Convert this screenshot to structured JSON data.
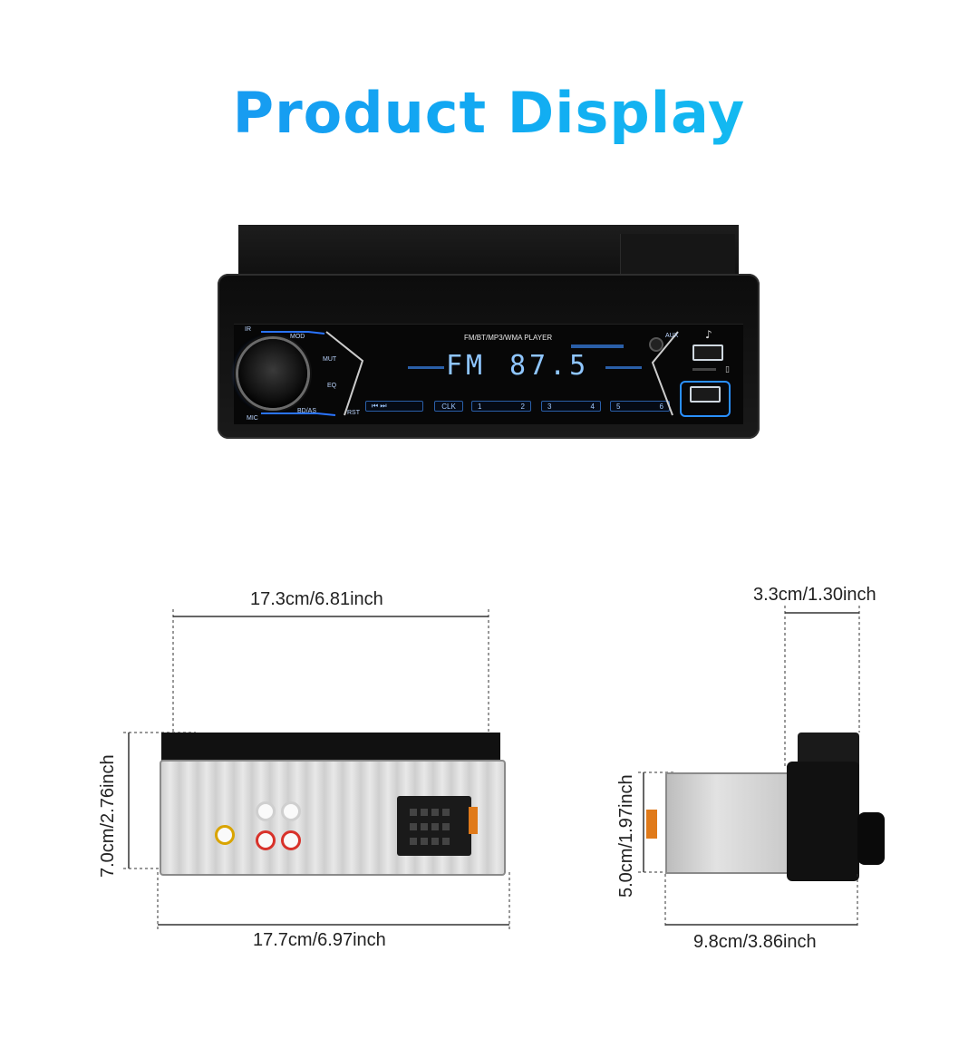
{
  "title": "Product Display",
  "radio": {
    "model_label": "FM/BT/MP3/WMA  PLAYER",
    "display_band": "FM",
    "display_freq": "87.5",
    "aux_label": "AUX",
    "ir_label": "IR",
    "mic_label": "MIC",
    "rst_label": "RST",
    "buttons": {
      "mod": "MOD",
      "mut": "MUT",
      "eq": "EQ",
      "bdas": "BD/AS",
      "clk": "CLK",
      "prev_next": "⏮ ⏭",
      "preset_1": "1",
      "preset_2": "2",
      "preset_3": "3",
      "preset_4": "4",
      "preset_5": "5",
      "preset_6": "6"
    }
  },
  "dimensions": {
    "back_top_width": "17.3cm/6.81inch",
    "back_height": "7.0cm/2.76inch",
    "back_bottom_width": "17.7cm/6.97inch",
    "side_top_depth": "3.3cm/1.30inch",
    "side_height": "5.0cm/1.97inch",
    "side_bottom_depth": "9.8cm/3.86inch"
  },
  "colors": {
    "title_start": "#1e8ef0",
    "title_end": "#14c8f0",
    "lcd_blue": "#8fc6ff",
    "rca_red": "#d8322a",
    "rca_white": "#cfcfcf",
    "rca_yellow": "#d9a400",
    "fuse_orange": "#e07a1a"
  }
}
